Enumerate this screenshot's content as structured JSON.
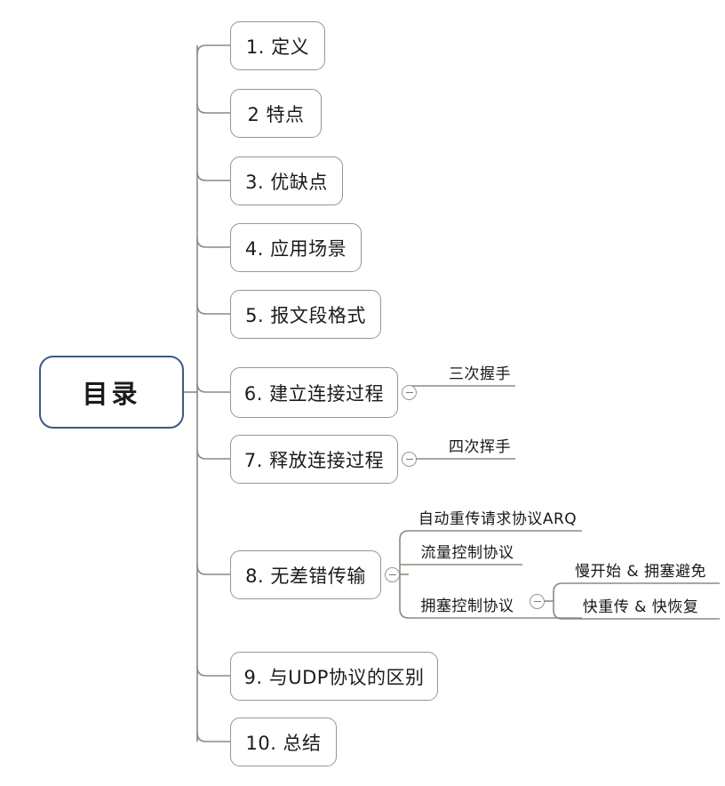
{
  "diagram": {
    "type": "mindmap",
    "title": "目录",
    "background": "#ffffff",
    "root_border_color": "#3f5886",
    "node_border_color": "#9a948d",
    "edge_color": "#8d8880",
    "text_color": "#1b1b1b"
  },
  "root": {
    "label": "目录"
  },
  "branches": [
    {
      "label": "1. 定义"
    },
    {
      "label": "2 特点"
    },
    {
      "label": "3. 优缺点"
    },
    {
      "label": "4. 应用场景"
    },
    {
      "label": "5. 报文段格式"
    },
    {
      "label": "6. 建立连接过程"
    },
    {
      "label": "7. 释放连接过程"
    },
    {
      "label": "8. 无差错传输"
    },
    {
      "label": "9. 与UDP协议的区别"
    },
    {
      "label": "10. 总结"
    }
  ],
  "leaves": {
    "three_way_handshake": "三次握手",
    "four_way_wavehand": "四次挥手",
    "arq": "自动重传请求协议ARQ",
    "flow_control": "流量控制协议",
    "congestion_control": "拥塞控制协议",
    "slow_start": "慢开始 & 拥塞避免",
    "fast_retransmit": "快重传 & 快恢复"
  },
  "toggles": {
    "collapse_symbol": "minus"
  }
}
